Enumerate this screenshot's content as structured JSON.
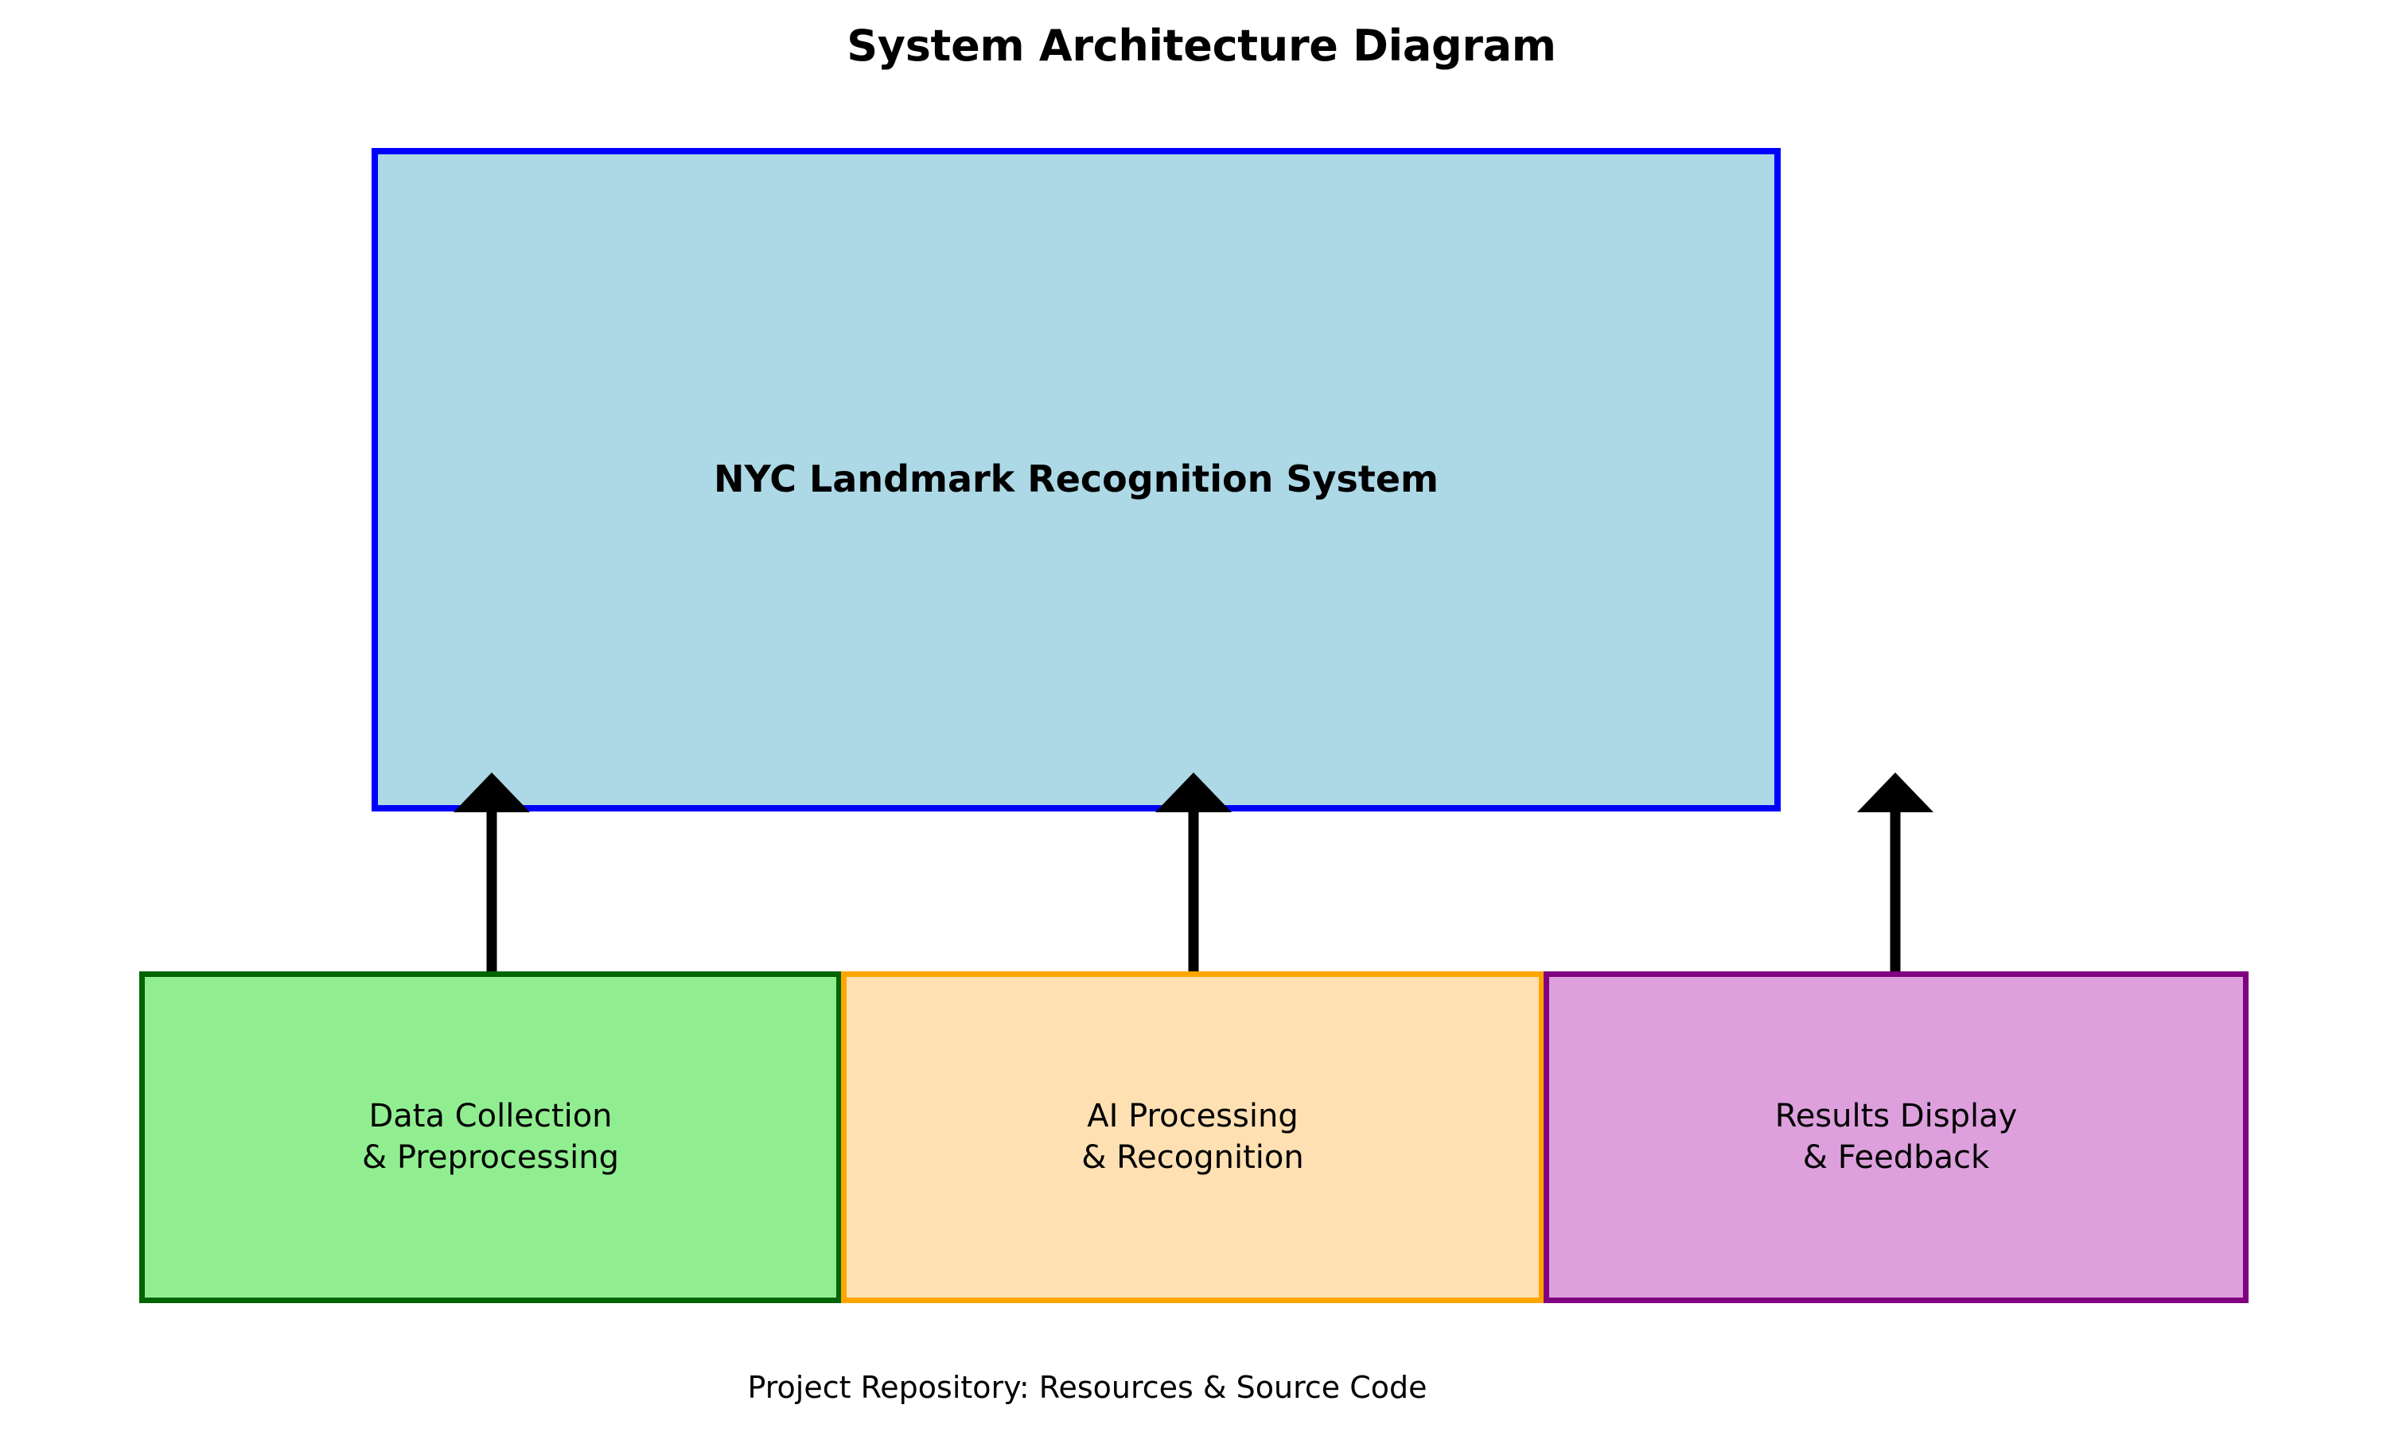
{
  "page": {
    "title": "System Architecture Diagram",
    "background_color": "#ffffff"
  },
  "system_box": {
    "label": "NYC Landmark Recognition System",
    "fill_color": "#ADD8E6",
    "border_color": "#0000FF"
  },
  "tiers": [
    {
      "name": "data-collection",
      "label": "Data Collection\n& Preprocessing",
      "fill_color": "#90EE90",
      "border_color": "#006400"
    },
    {
      "name": "ai-processing",
      "label": "AI Processing\n& Recognition",
      "fill_color": "#FFE0B2",
      "border_color": "#FFA500"
    },
    {
      "name": "results-display",
      "label": "Results Display\n& Feedback",
      "fill_color": "#DDA0DD",
      "border_color": "#800080"
    }
  ],
  "connectors": {
    "color": "#000000",
    "count": 3,
    "direction": "up"
  },
  "footer": {
    "caption": "Project Repository: Resources & Source Code"
  }
}
